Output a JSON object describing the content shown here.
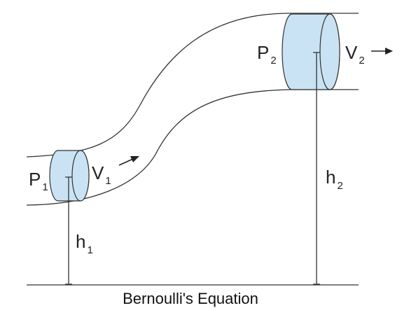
{
  "caption": "Bernoulli's Equation",
  "labels": {
    "p1": {
      "main": "P",
      "sub": "1"
    },
    "v1": {
      "main": "V",
      "sub": "1"
    },
    "h1": {
      "main": "h",
      "sub": "1"
    },
    "p2": {
      "main": "P",
      "sub": "2"
    },
    "v2": {
      "main": "V",
      "sub": "2"
    },
    "h2": {
      "main": "h",
      "sub": "2"
    }
  },
  "colors": {
    "fluid": "#c9e3f4",
    "line": "#333333"
  }
}
